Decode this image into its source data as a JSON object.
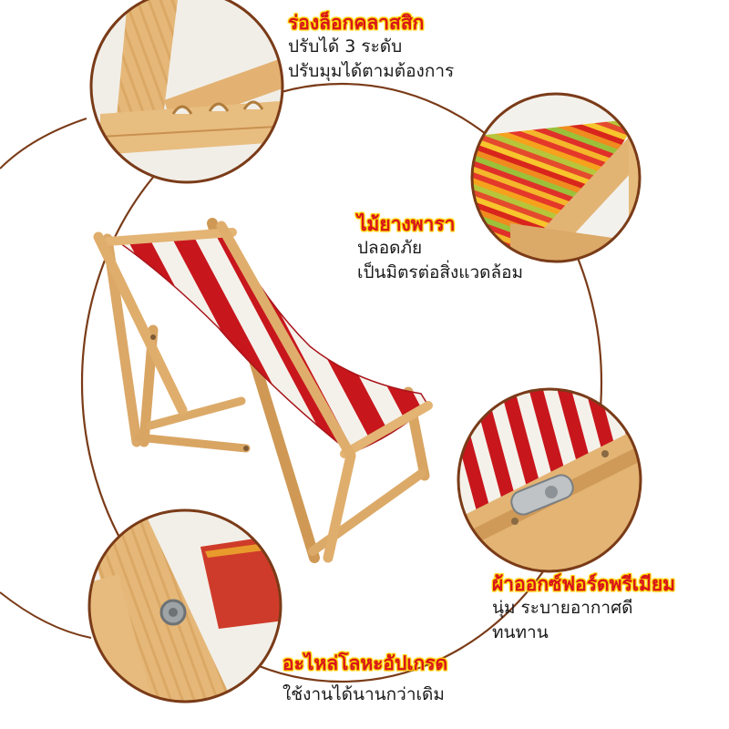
{
  "features": [
    {
      "key": "lock",
      "title": "ร่องล็อกคลาสสิก",
      "lines": [
        "ปรับได้ 3 ระดับ",
        "ปรับมุมได้ตามต้องการ"
      ]
    },
    {
      "key": "wood",
      "title": "ไม้ยางพารา",
      "lines": [
        "ปลอดภัย",
        "เป็นมิตรต่อสิ่งแวดล้อม"
      ]
    },
    {
      "key": "fabric",
      "title": "ผ้าออกซ์ฟอร์ดพรีเมียม",
      "lines": [
        "นุ่ม ระบายอากาศดี",
        "ทนทาน"
      ]
    },
    {
      "key": "metal",
      "title": "อะไหล่โลหะอัปเกรด",
      "lines": [
        "ใช้งานได้นานกว่าเดิม"
      ]
    }
  ],
  "colors": {
    "title_red": "#d8151b",
    "title_glow": "#ffd400",
    "ring_brown": "#7a3b18",
    "pine_wood": "#e2b577",
    "stripe_red": "#c8161d",
    "stripe_white": "#f4f1ea"
  }
}
